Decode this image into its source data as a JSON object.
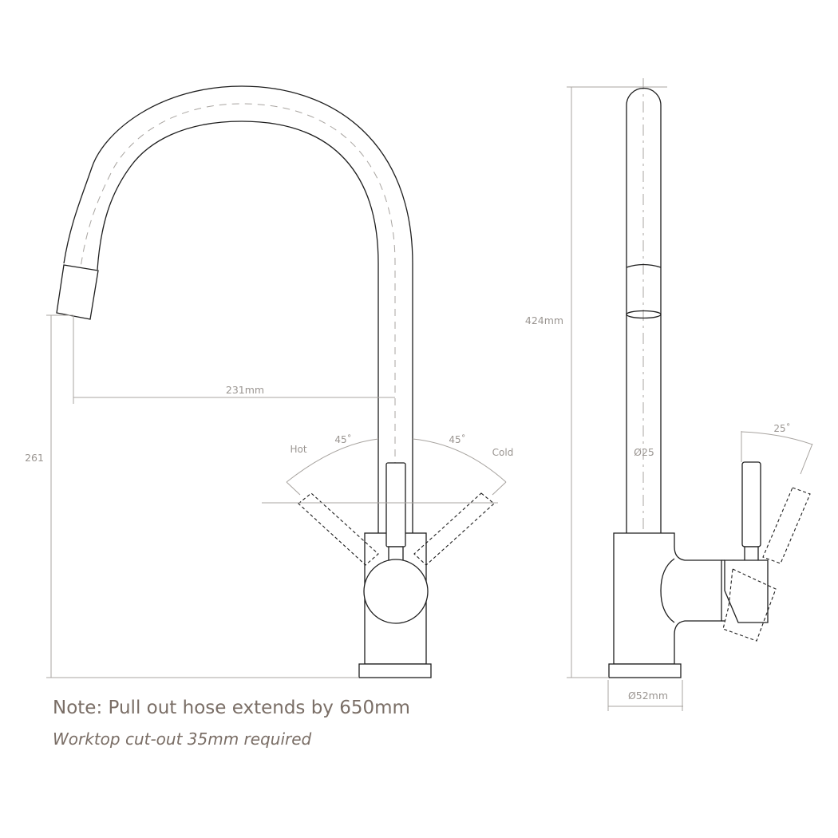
{
  "dimensions": {
    "height_front": "261",
    "reach": "231mm",
    "height_side": "424mm",
    "spout_diameter": "Ø25",
    "base_diameter": "Ø52mm"
  },
  "angles": {
    "hot_label": "Hot",
    "cold_label": "Cold",
    "hot_angle": "45˚",
    "cold_angle": "45˚",
    "side_angle": "25˚"
  },
  "notes": {
    "hose": "Note: Pull out hose extends by 650mm",
    "cutout": "Worktop cut-out 35mm required"
  },
  "colors": {
    "outline": "#1e1e1e",
    "dimension": "#a8a4a0",
    "text": "#7a6e66"
  }
}
